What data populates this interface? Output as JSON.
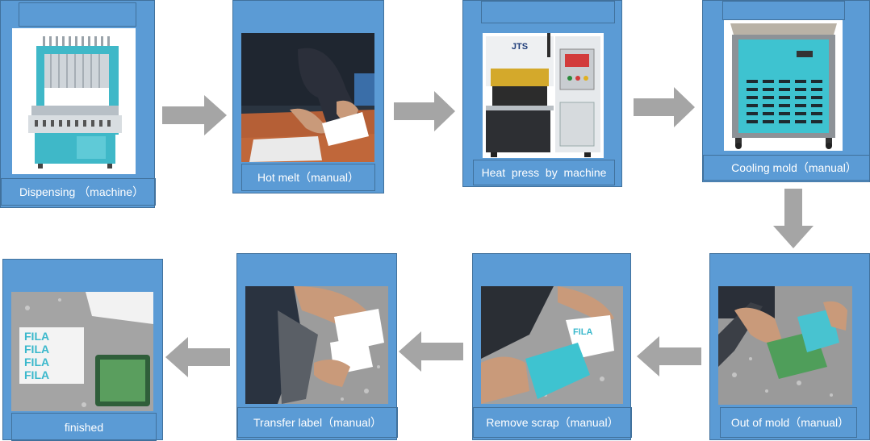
{
  "steps": [
    {
      "id": "dispensing",
      "label": "Dispensing （machine）"
    },
    {
      "id": "hot-melt",
      "label": "Hot melt（manual）"
    },
    {
      "id": "heat-press",
      "label": "Heat  press  by  machine"
    },
    {
      "id": "cooling-mold",
      "label": "Cooling mold（manual）"
    },
    {
      "id": "out-of-mold",
      "label": "Out of mold（manual）"
    },
    {
      "id": "remove-scrap",
      "label": "Remove scrap（manual）"
    },
    {
      "id": "transfer-label",
      "label": "Transfer label（manual）"
    },
    {
      "id": "finished",
      "label": "finished"
    }
  ],
  "photo_text": {
    "press_logo": "JTS",
    "finished_print": "FILA",
    "scrap_print": "FILA"
  },
  "colors": {
    "box": "#5b9bd5",
    "border": "#41719c",
    "arrow": "#a5a5a5",
    "machine_cyan": "#3fb8c8"
  }
}
